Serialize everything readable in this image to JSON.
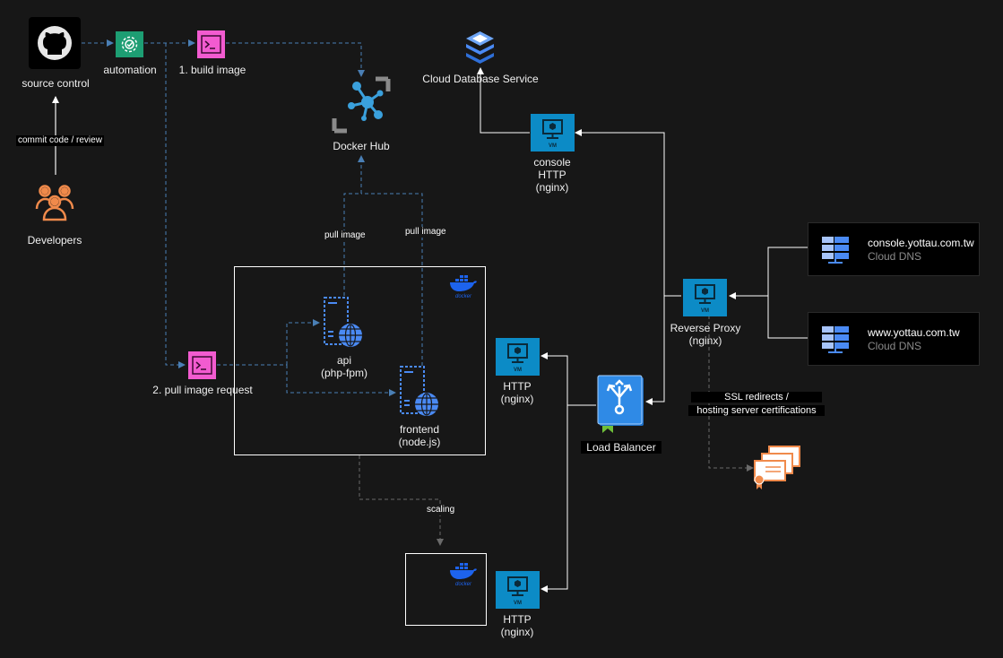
{
  "nodes": {
    "source_control": "source control",
    "automation": "automation",
    "build_image": "1. build image",
    "docker_hub": "Docker Hub",
    "cloud_db": "Cloud Database Service",
    "developers": "Developers",
    "pull_request": "2. pull image request",
    "api": "api",
    "api_sub": "(php-fpm)",
    "frontend": "frontend",
    "frontend_sub": "(node.js)",
    "console_http_1": "console",
    "console_http_2": "HTTP",
    "console_http_3": "(nginx)",
    "http_1": "HTTP",
    "http_1_sub": "(nginx)",
    "http_2": "HTTP",
    "http_2_sub": "(nginx)",
    "load_balancer": "Load Balancer",
    "reverse_proxy": "Reverse Proxy",
    "reverse_proxy_sub": "(nginx)"
  },
  "dns": [
    {
      "name": "console.yottau.com.tw",
      "sub": "Cloud DNS"
    },
    {
      "name": "www.yottau.com.tw",
      "sub": "Cloud DNS"
    }
  ],
  "edge_labels": {
    "commit": "commit code / review",
    "pull_image_1": "pull image",
    "pull_image_2": "pull image",
    "scaling": "scaling",
    "ssl_1": "SSL redirects /",
    "ssl_2": "hosting server certifications"
  },
  "vm_tag": "VM",
  "docker_tag": "docker",
  "colors": {
    "background": "#171717",
    "dashed_wire": "#4a7fb5",
    "solid_wire": "#ffffff",
    "gray_wire": "#6a6a6a",
    "vm_blue": "#0c8bc6",
    "automation_green": "#1d9e73",
    "terminal_pink": "#f25bd0",
    "developers_orange": "#f08a4b",
    "gcp_blue": "#4a8af4",
    "cert_orange": "#f08a4b"
  },
  "icons": [
    "github-icon",
    "automation-gear-icon",
    "terminal-icon",
    "docker-hub-icon",
    "cloud-database-icon",
    "developers-icon",
    "vm-icon",
    "web-container-icon",
    "load-balancer-icon",
    "dns-icon",
    "certificate-icon",
    "docker-whale-icon"
  ]
}
